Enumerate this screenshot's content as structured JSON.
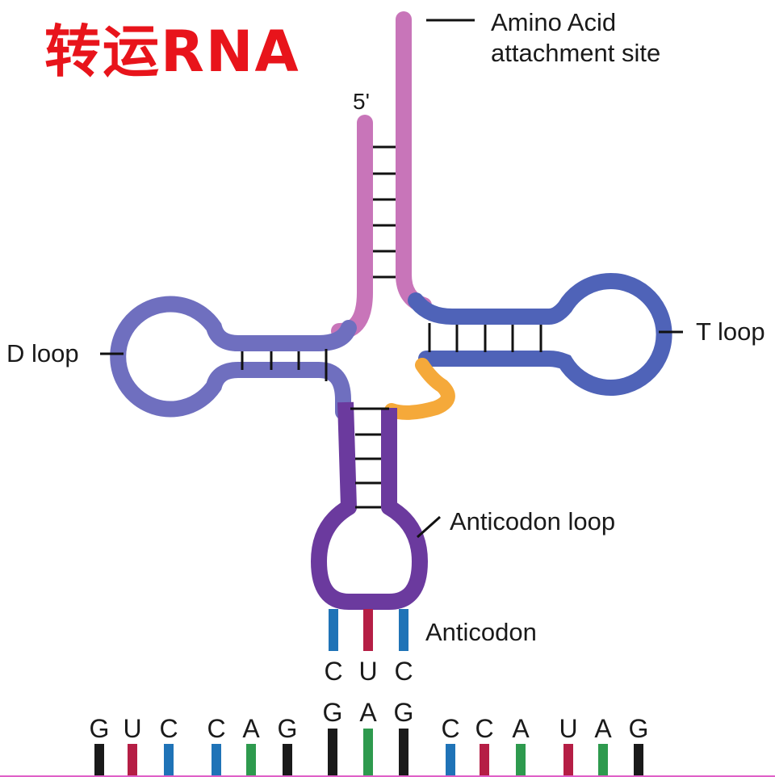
{
  "title": "转运RNA",
  "labels": {
    "amino_acid_line1": "Amino Acid",
    "amino_acid_line2": "attachment site",
    "five_prime": "5'",
    "d_loop": "D loop",
    "t_loop": "T loop",
    "anticodon_loop": "Anticodon loop",
    "anticodon": "Anticodon"
  },
  "colors": {
    "acceptor_stem": "#c875b9",
    "d_arm": "#6f6fbf",
    "t_arm": "#4f63b8",
    "variable_loop": "#f5a93a",
    "anticodon_arm": "#6b3a9e",
    "base_pair_line": "#111111",
    "mrna_line": "#e060c8",
    "title": "#e8141b"
  },
  "anticodon_bases": [
    {
      "letter": "C",
      "color": "#1f73b7"
    },
    {
      "letter": "U",
      "color": "#b51e45"
    },
    {
      "letter": "C",
      "color": "#1f73b7"
    }
  ],
  "mrna_bases": [
    {
      "letter": "G",
      "color": "#1a1a1a"
    },
    {
      "letter": "U",
      "color": "#b51e45"
    },
    {
      "letter": "C",
      "color": "#1f73b7"
    },
    {
      "letter": "C",
      "color": "#1f73b7"
    },
    {
      "letter": "A",
      "color": "#2e9a4e"
    },
    {
      "letter": "G",
      "color": "#1a1a1a"
    },
    {
      "letter": "G",
      "color": "#1a1a1a",
      "codon": true
    },
    {
      "letter": "A",
      "color": "#2e9a4e",
      "codon": true
    },
    {
      "letter": "G",
      "color": "#1a1a1a",
      "codon": true
    },
    {
      "letter": "C",
      "color": "#1f73b7"
    },
    {
      "letter": "C",
      "color": "#b51e45"
    },
    {
      "letter": "A",
      "color": "#2e9a4e"
    },
    {
      "letter": "U",
      "color": "#b51e45"
    },
    {
      "letter": "A",
      "color": "#2e9a4e"
    },
    {
      "letter": "G",
      "color": "#1a1a1a"
    }
  ]
}
